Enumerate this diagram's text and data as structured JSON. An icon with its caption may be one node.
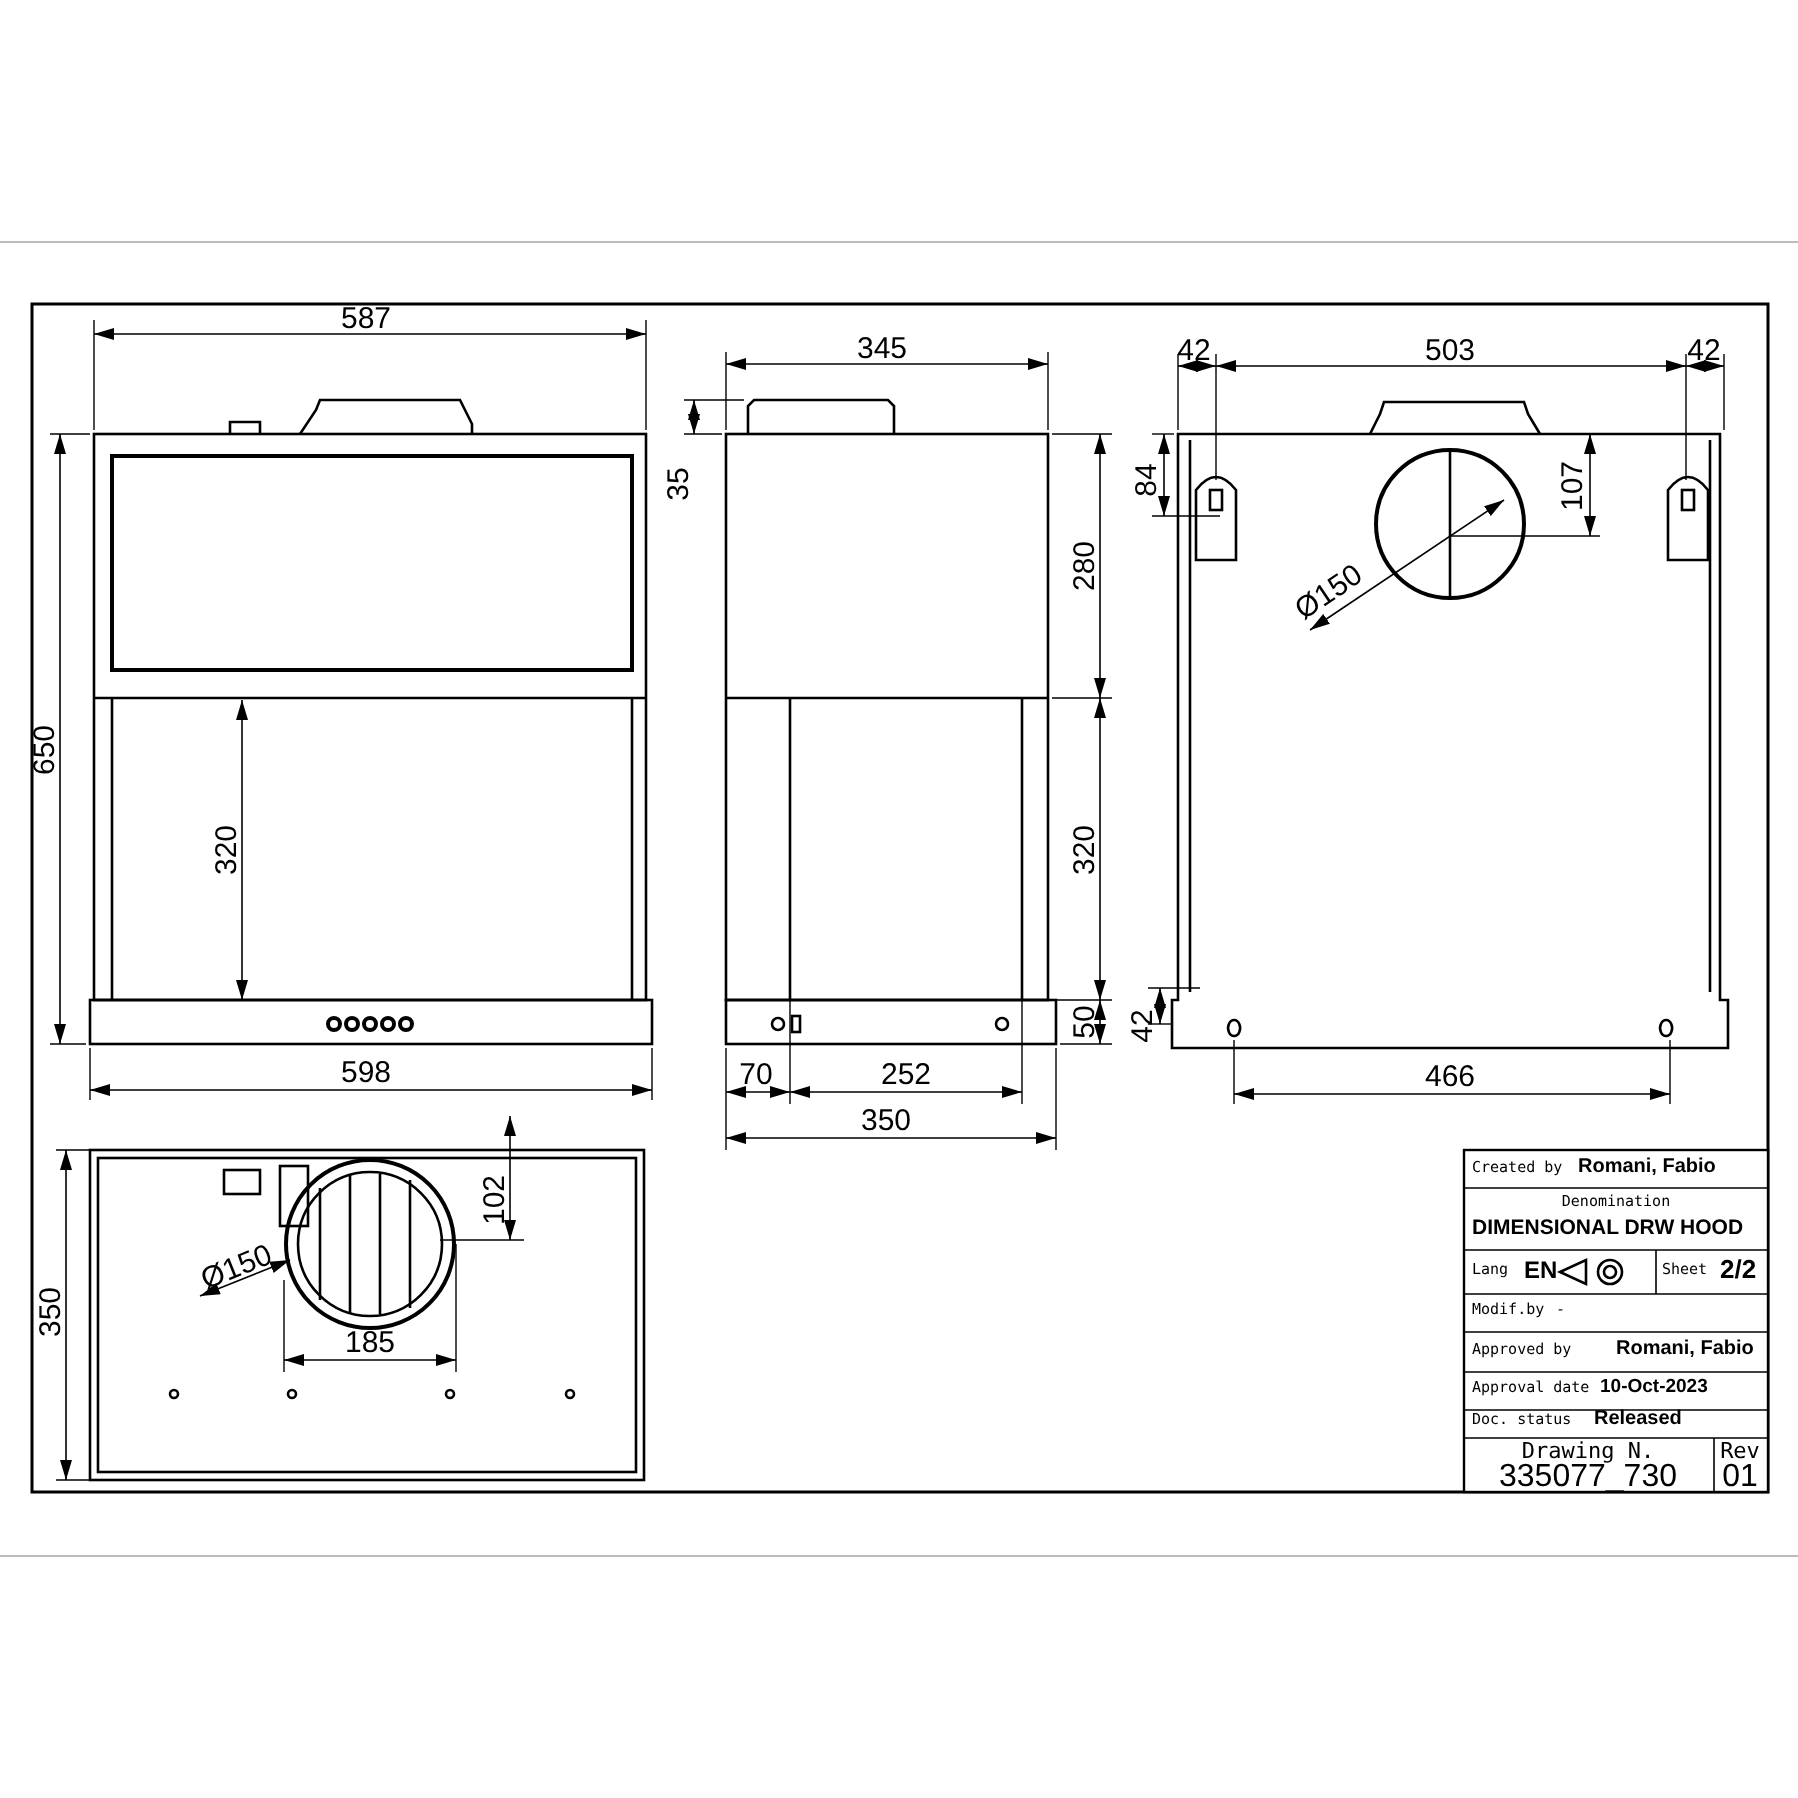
{
  "diagram": {
    "labels": [
      "587",
      "650",
      "320",
      "598",
      "345",
      "35",
      "280",
      "320",
      "50",
      "70",
      "252",
      "350",
      "42",
      "503",
      "42",
      "84",
      "107",
      "Ø150",
      "42",
      "466",
      "350",
      "102",
      "Ø150",
      "185",
      "Created by",
      "Romani, Fabio",
      "Denomination",
      "DIMENSIONAL DRW HOOD",
      "Lang",
      "EN",
      "Sheet",
      "2/2",
      "Modif.by",
      "-",
      "Approved by",
      "Romani, Fabio",
      "Approval date",
      "10-Oct-2023",
      "Doc. status",
      "Released",
      "Drawing N.",
      "335077_730",
      "Rev",
      "01"
    ]
  }
}
